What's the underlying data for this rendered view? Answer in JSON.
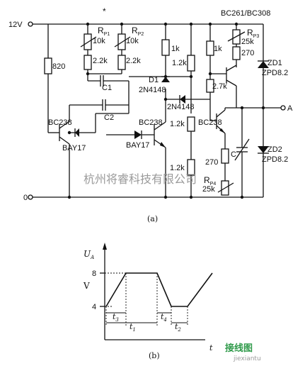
{
  "circuit": {
    "transistor_header": "BC261/BC308",
    "rail_top": "12V",
    "rail_bottom": "0",
    "output": "A",
    "resistors": {
      "r820": "820",
      "rp1_name": "R",
      "rp1_sub": "P1",
      "rp1_val": "10k",
      "rp2_name": "R",
      "rp2_sub": "P2",
      "rp2_val": "10k",
      "rp3_name": "R",
      "rp3_sub": "P3",
      "rp3_val": "25k",
      "rp4_name": "R",
      "rp4_sub": "P4",
      "rp4_val": "25k",
      "r2k2a": "2.2k",
      "r2k2b": "2.2k",
      "r1k_a": "1k",
      "r1k2_a": "1.2k",
      "r1k_b": "1k",
      "r270_top": "270",
      "r2k7": "2.7k",
      "r1k2_b": "1.2k",
      "r270_b": "270",
      "r1k2_c": "1.2k"
    },
    "capacitors": {
      "c1": "C1",
      "c2": "C2",
      "c": "C"
    },
    "semis": {
      "d1": "D1",
      "d1_type": "2N4148",
      "d2_type": "2N4148",
      "q1": "BC238",
      "q2": "BC238",
      "q3": "BC238",
      "bay_a": "BAY17",
      "bay_b": "BAY17",
      "zd1": "ZD1",
      "zd1_type": "ZPD8.2",
      "zd2": "ZD2",
      "zd2_type": "ZPD8.2"
    },
    "asterisk": "*",
    "caption_a": "(a)"
  },
  "watermark": {
    "top": "杭州将睿科技有限公司",
    "bottom_left": "接线图",
    "bottom_right": "jiexiantu"
  },
  "waveform": {
    "y_label": "U",
    "y_sub": "A",
    "y_unit": "V",
    "tick_8": "8",
    "tick_4": "4",
    "t_label": "t",
    "t3": "t",
    "t3_sub": "3",
    "t1": "t",
    "t1_sub": "1",
    "t4": "t",
    "t4_sub": "4",
    "t2": "t",
    "t2_sub": "2",
    "caption_b": "(b)"
  }
}
